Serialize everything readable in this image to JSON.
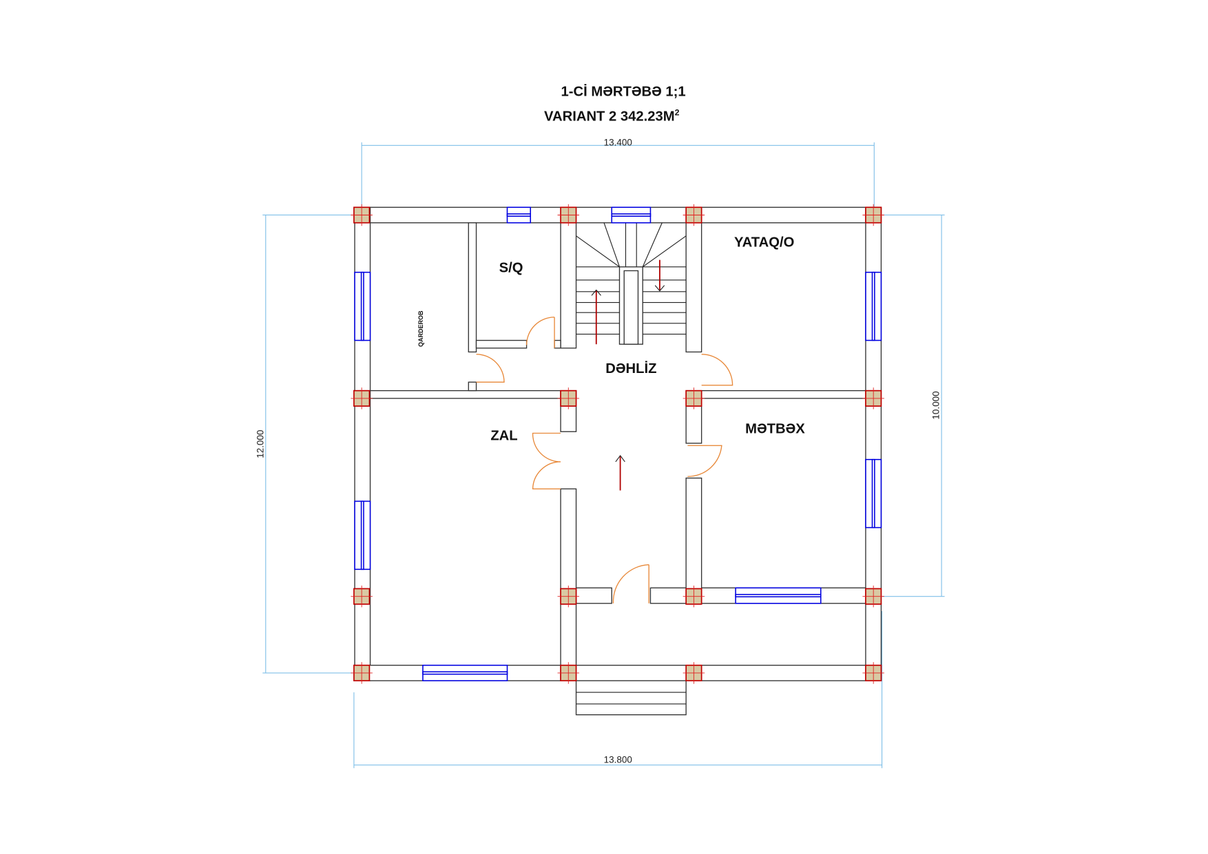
{
  "title": {
    "line1": "1-Cİ MƏRTƏBƏ 1;1",
    "line2": "VARIANT 2 342.23M",
    "superscript": "2"
  },
  "dimensions": {
    "top": "13.400",
    "bottom": "13.800",
    "left": "12.000",
    "right": "10.000"
  },
  "rooms": {
    "sq": "S/Q",
    "yataq": "YATAQ/O",
    "qarderob": "QARDEROB",
    "dehliz": "DƏHLİZ",
    "zal": "ZAL",
    "metbex": "MƏTBƏX"
  },
  "colors": {
    "wall_stroke": "#333333",
    "column_fill": "#d9c9a3",
    "column_stroke": "#c00000",
    "window": "#0000e0",
    "door": "#e8893a",
    "dimension": "#7fbfe8",
    "arrow": "#b00000"
  }
}
